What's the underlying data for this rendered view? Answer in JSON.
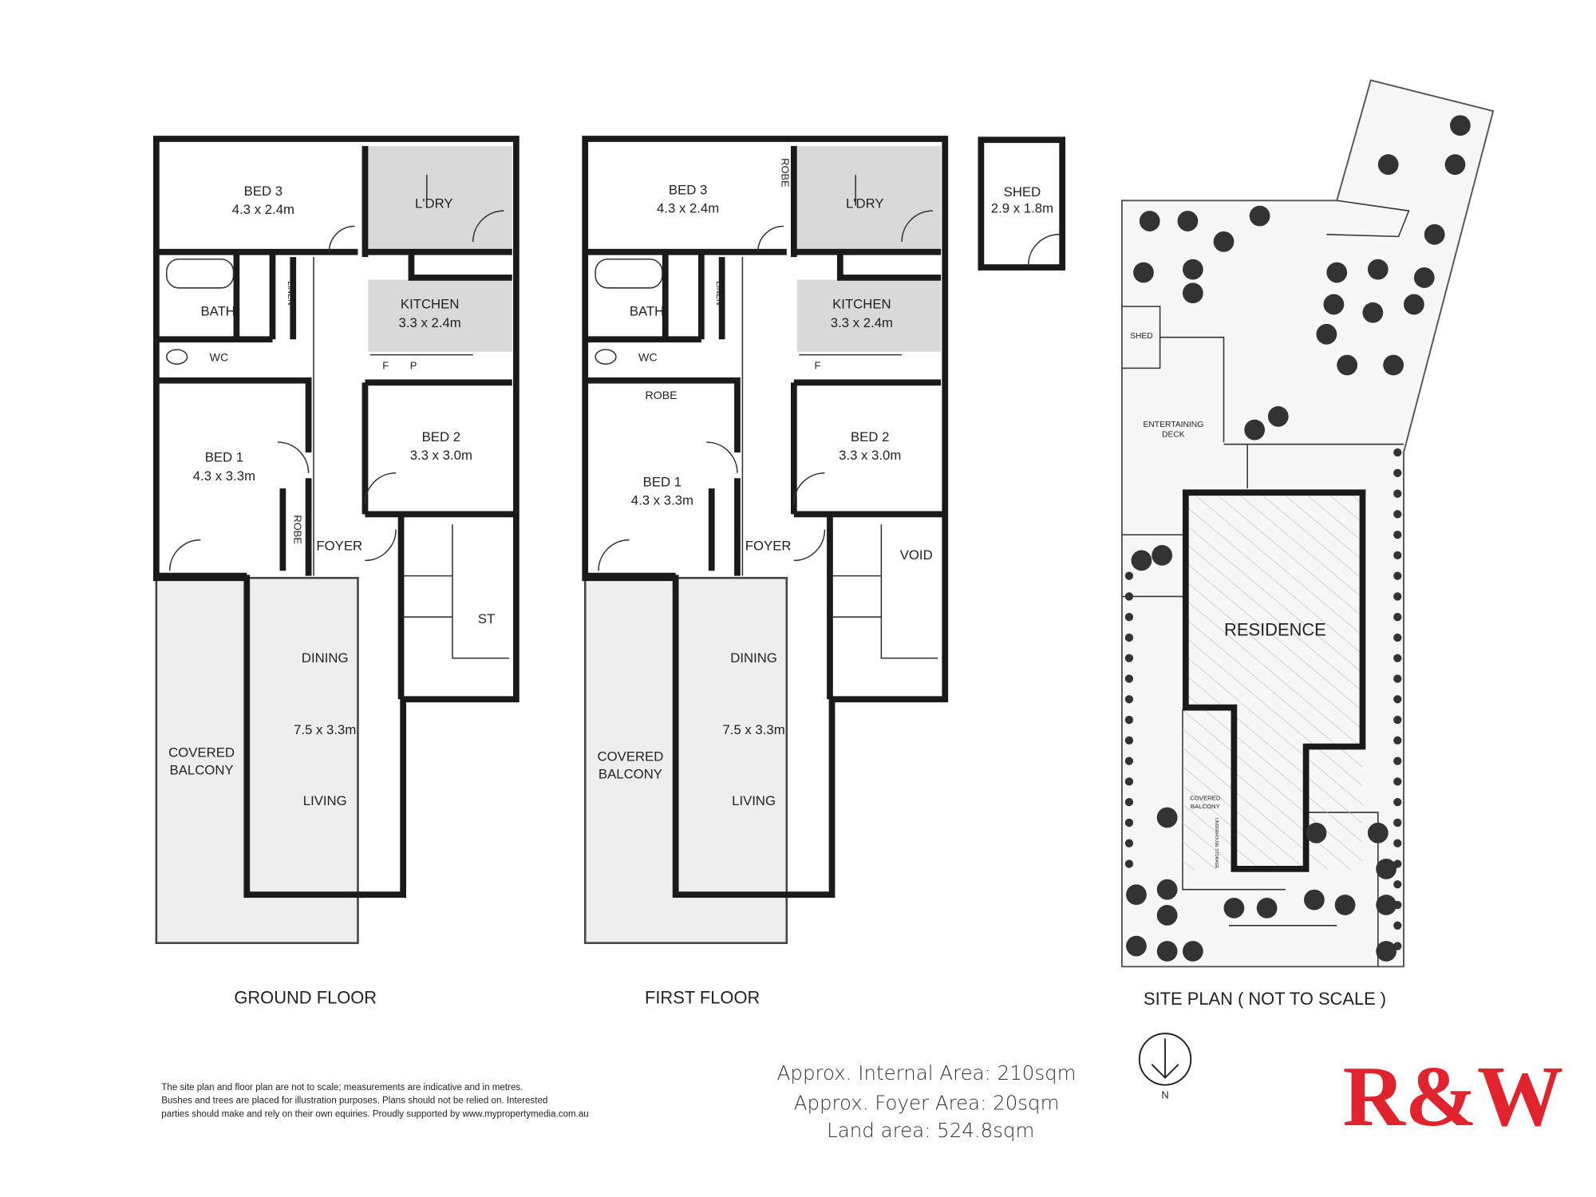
{
  "ground_floor": {
    "caption": "GROUND FLOOR",
    "rooms": {
      "bed3": {
        "name": "BED 3",
        "size": "4.3 x 2.4m"
      },
      "ldry": {
        "name": "L'DRY"
      },
      "bath": {
        "name": "BATH"
      },
      "linen": {
        "name": "LINEN"
      },
      "kitchen": {
        "name": "KITCHEN",
        "size": "3.3 x 2.4m"
      },
      "wc": {
        "name": "WC"
      },
      "fridge": "F",
      "pantry": "P",
      "bed1": {
        "name": "BED 1",
        "size": "4.3 x 3.3m"
      },
      "robe": "ROBE",
      "bed2": {
        "name": "BED 2",
        "size": "3.3 x 3.0m"
      },
      "foyer": "FOYER",
      "st": "ST",
      "dining": "DINING",
      "living_size": "7.5 x 3.3m",
      "living": "LIVING",
      "balcony": [
        "COVERED",
        "BALCONY"
      ]
    }
  },
  "first_floor": {
    "caption": "FIRST FLOOR",
    "rooms": {
      "bed3": {
        "name": "BED 3",
        "size": "4.3 x 2.4m"
      },
      "robe_top": "ROBE",
      "ldry": {
        "name": "L'DRY"
      },
      "bath": {
        "name": "BATH"
      },
      "linen": {
        "name": "LINEN"
      },
      "kitchen": {
        "name": "KITCHEN",
        "size": "3.3 x 2.4m"
      },
      "wc": {
        "name": "WC"
      },
      "fridge": "F",
      "robe": "ROBE",
      "bed1": {
        "name": "BED 1",
        "size": "4.3 x 3.3m"
      },
      "bed2": {
        "name": "BED 2",
        "size": "3.3 x 3.0m"
      },
      "foyer": "FOYER",
      "void": "VOID",
      "dining": "DINING",
      "living_size": "7.5 x 3.3m",
      "living": "LIVING",
      "balcony": [
        "COVERED",
        "BALCONY"
      ]
    }
  },
  "shed": {
    "name": "SHED",
    "size": "2.9 x 1.8m"
  },
  "site_plan": {
    "caption": "SITE PLAN ( NOT TO SCALE )",
    "shed": "SHED",
    "deck": [
      "ENTERTAINING",
      "DECK"
    ],
    "residence": "RESIDENCE",
    "balcony": [
      "COVERED",
      "BALCONY"
    ],
    "storage": "UNDERHOUSE STORAGE",
    "north": "N"
  },
  "areas": {
    "internal": "Approx. Internal Area: 210sqm",
    "foyer": "Approx. Foyer Area: 20sqm",
    "land": "Land area: 524.8sqm"
  },
  "disclaimer": [
    "The site plan and floor plan are not to scale; measurements are indicative and in metres.",
    "Bushes and trees are placed for illustration purposes. Plans should not be relied on. Interested",
    "parties should make and rely on their own equiries. Proudly supported by www.mypropertymedia.com.au"
  ],
  "logo": {
    "text": "R&W",
    "color": "#e1232d"
  }
}
